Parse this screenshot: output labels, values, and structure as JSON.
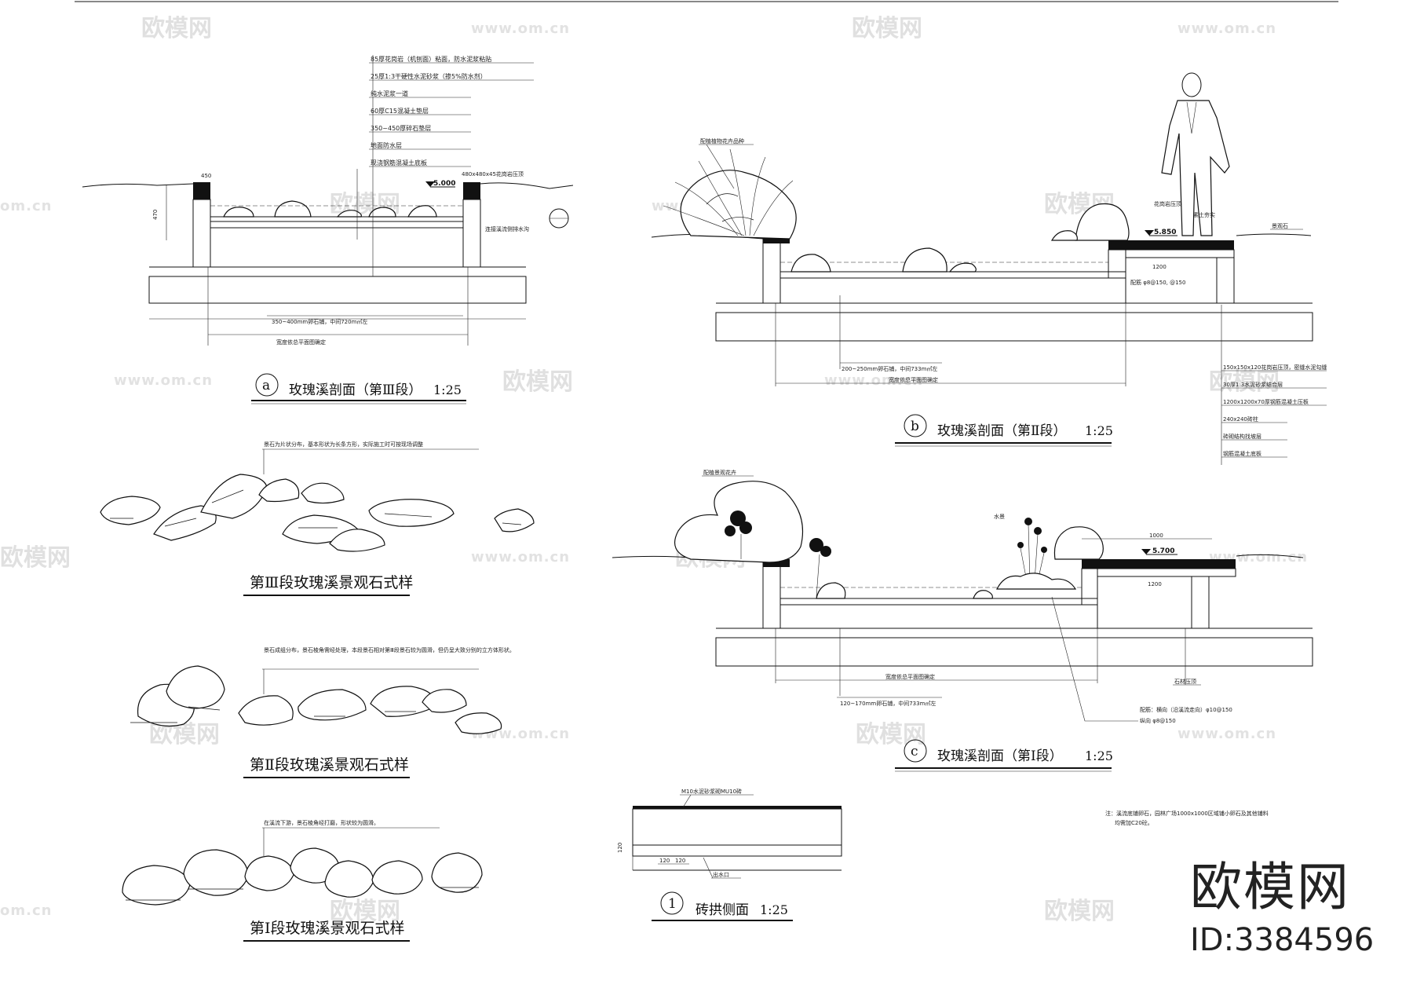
{
  "sections": {
    "a": {
      "marker": "a",
      "title": "玫瑰溪剖面（第Ⅲ段）",
      "scale": "1:25",
      "notes": [
        "85厚花岗岩（机刨面）粘面，防水泥浆粘贴",
        "25厚1:3干硬性水泥砂浆（掺5%防水剂）",
        "纯水泥浆一道",
        "60厚C15混凝土垫层",
        "350~450厚碎石垫层",
        "地面防水层",
        "现浇钢筋混凝土底板"
      ],
      "elevation": "5.000",
      "side_note": "连接溪流侧排水沟",
      "dim_bottom": "350~400mm卵石铺，中间720m㎡左",
      "dim_width": "宽度依总平面图确定",
      "dim_left": "470",
      "dim_top": "450",
      "label_top_right": "480x480x45花岗岩压顶"
    },
    "b": {
      "marker": "b",
      "title": "玫瑰溪剖面（第Ⅱ段）",
      "scale": "1:25",
      "plant_note": "配植植物花卉品种",
      "elevation": "5.850",
      "label_top1": "花岗岩压顶",
      "label_top2": "素土夯实",
      "label_right": "景观石",
      "dim_mid": "1200",
      "pipe_note": "配筋 φ8@150, @150",
      "dim_bottom": "200~250mm卵石铺，中间733m㎡左",
      "dim_width": "宽度依总平面图确定",
      "layer_notes": [
        "150x150x120花岗岩压顶，密缝水泥勾缝",
        "30厚1:3水泥砂浆结合层",
        "1200x1200x70厚钢筋混凝土压板",
        "240x240砖柱",
        "砖砌结构找坡层",
        "钢筋混凝土底板"
      ]
    },
    "c": {
      "marker": "c",
      "title": "玫瑰溪剖面（第Ⅰ段）",
      "scale": "1:25",
      "plant_note": "配植景观花卉",
      "elevation": "5.700",
      "dim_top": "1000",
      "dim_mid": "1200",
      "dim_bottom": "120~170mm卵石铺，中间733m㎡左",
      "dim_width": "宽度依总平面图确定",
      "reinf_note1": "配筋：横向（沿溪流走向）φ10@150",
      "reinf_note2": "纵向 φ8@150",
      "side_note": "石材压顶",
      "small_label": "水景",
      "general_note1": "注：溪流底铺卵石，园林广场1000x1000区域铺小卵石及其他铺料",
      "general_note2": "均需加C20砼。"
    },
    "d": {
      "marker": "1",
      "title": "砖拱侧面",
      "scale": "1:25",
      "label_top": "M10水泥砂浆砌MU10砖",
      "label_opening": "出水口",
      "dim_1": "120",
      "dim_2": "120",
      "dim_left": "120"
    }
  },
  "rock_samples": [
    {
      "caption": "第Ⅲ段玫瑰溪景观石式样",
      "note": "景石为片状分布，基本形状为长条方形，实际施工时可按现场调整"
    },
    {
      "caption": "第Ⅱ段玫瑰溪景观石式样",
      "note": "景石成组分布，景石棱角需经处理，本段景石相对第Ⅲ段景石较为圆滑，但仍呈大致分别的立方体形状。"
    },
    {
      "caption": "第Ⅰ段玫瑰溪景观石式样",
      "note": "在溪流下游，景石棱角经打磨，形状较为圆滑。"
    }
  ],
  "watermark": {
    "brand": "欧模网",
    "url": "www.om.cn",
    "url_short": "om.cn",
    "id": "ID:3384596"
  }
}
